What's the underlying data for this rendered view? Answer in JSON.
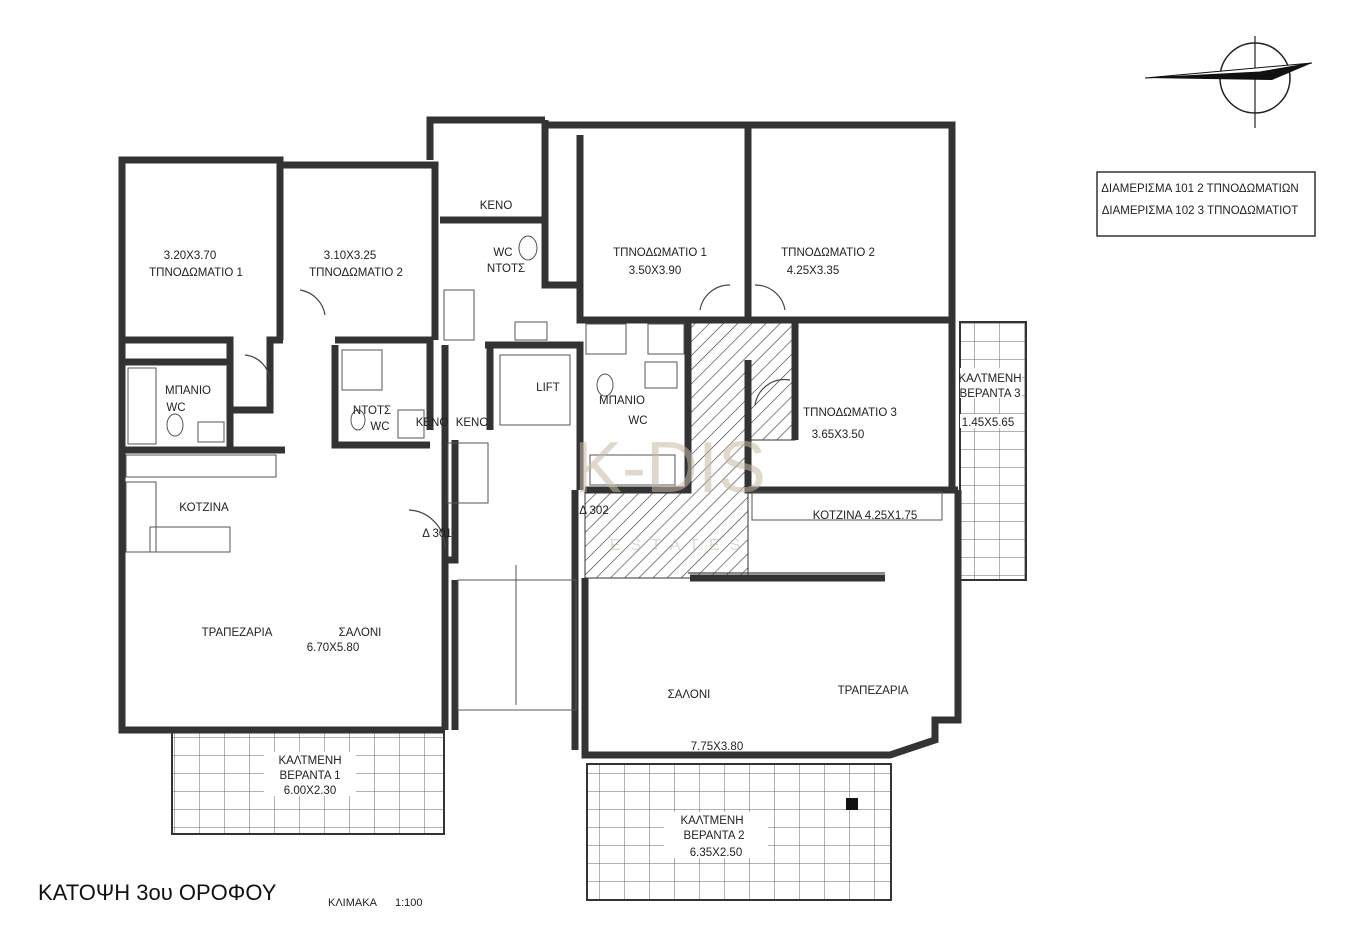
{
  "legend": {
    "line1": "ΔΙΑΜΕΡΙΣΜΑ 101  2  ΤΠΝΟΔΩΜΑΤΙΩΝ",
    "line2": "ΔΙΑΜΕΡΙΣΜΑ 102  3  ΤΠΝΟΔΩΜΑΤΙΟΤ"
  },
  "title": "ΚΑΤΟΨΗ  3ου  ΟΡΟΦΟΥ",
  "scale_label": "ΚΛΙΜΑΚΑ",
  "scale_value": "1:100",
  "watermark": {
    "main": "K-DIS",
    "sub": "ESTATES"
  },
  "rooms": {
    "a_bed1_dim": "3.20X3.70",
    "a_bed1": "ΤΠΝΟΔΩΜΑΤΙΟ 1",
    "a_bed2_dim": "3.10X3.25",
    "a_bed2": "ΤΠΝΟΔΩΜΑΤΙΟ 2",
    "a_bath": "ΜΠΑΝΙΟ",
    "a_bath_wc": "WC",
    "a_shower": "ΝΤΟΤΣ",
    "a_shower_wc": "WC",
    "a_kitchen": "ΚΟΤΖΙΝΑ",
    "a_dining": "ΤΡΑΠΕΖΑΡΙΑ",
    "a_living": "ΣΑΛΟΝΙ",
    "a_living_dim": "6.70X5.80",
    "a_veranda_1": "ΚΑΛΤΜΕΝΗ",
    "a_veranda_2": "ΒΕΡΑΝΤΑ 1",
    "a_veranda_dim": "6.00X2.30",
    "void_top": "KENO",
    "void_1": "KENO",
    "void_2": "KENO",
    "wc_core": "WC",
    "shower_core": "ΝΤΟΤΣ",
    "lift": "LIFT",
    "door_301": "Δ 301",
    "door_302": "Δ 302",
    "b_bed1": "ΤΠΝΟΔΩΜΑΤΙΟ 1",
    "b_bed1_dim": "3.50X3.90",
    "b_bed2": "ΤΠΝΟΔΩΜΑΤΙΟ 2",
    "b_bed2_dim": "4.25X3.35",
    "b_bed3": "ΤΠΝΟΔΩΜΑΤΙΟ 3",
    "b_bed3_dim": "3.65X3.50",
    "b_bath": "ΜΠΑΝΙΟ",
    "b_bath_wc": "WC",
    "b_kitchen": "ΚΟΤΖΙΝΑ  4.25X1.75",
    "b_living": "ΣΑΛΟΝΙ",
    "b_living_dim": "7.75X3.80",
    "b_dining": "ΤΡΑΠΕΖΑΡΙΑ",
    "b_veranda2_1": "ΚΑΛΤΜΕΝΗ",
    "b_veranda2_2": "ΒΕΡΑΝΤΑ 2",
    "b_veranda2_dim": "6.35X2.50",
    "b_veranda3_1": "ΚΑΛΤΜΕΝΗ",
    "b_veranda3_2": "ΒΕΡΑΝΤΑ 3",
    "b_veranda3_dim": "1.45X5.65"
  }
}
